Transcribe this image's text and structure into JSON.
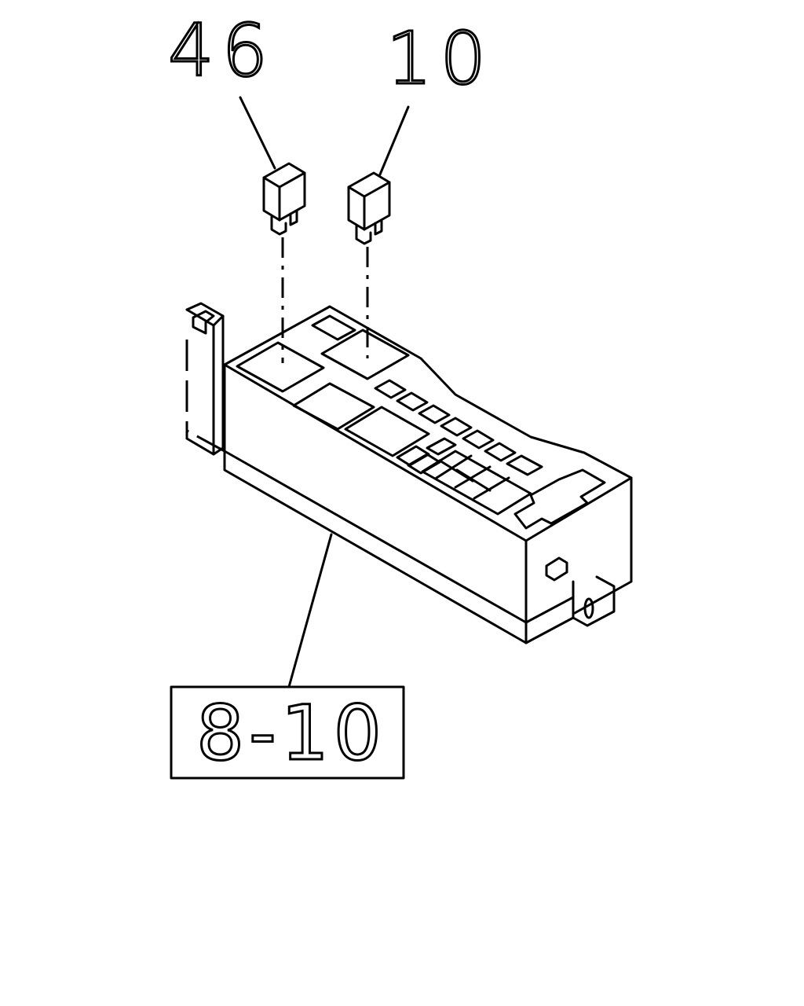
{
  "callouts": {
    "left_part_number": "46",
    "right_part_number": "10",
    "reference_box_label": "8-10"
  }
}
